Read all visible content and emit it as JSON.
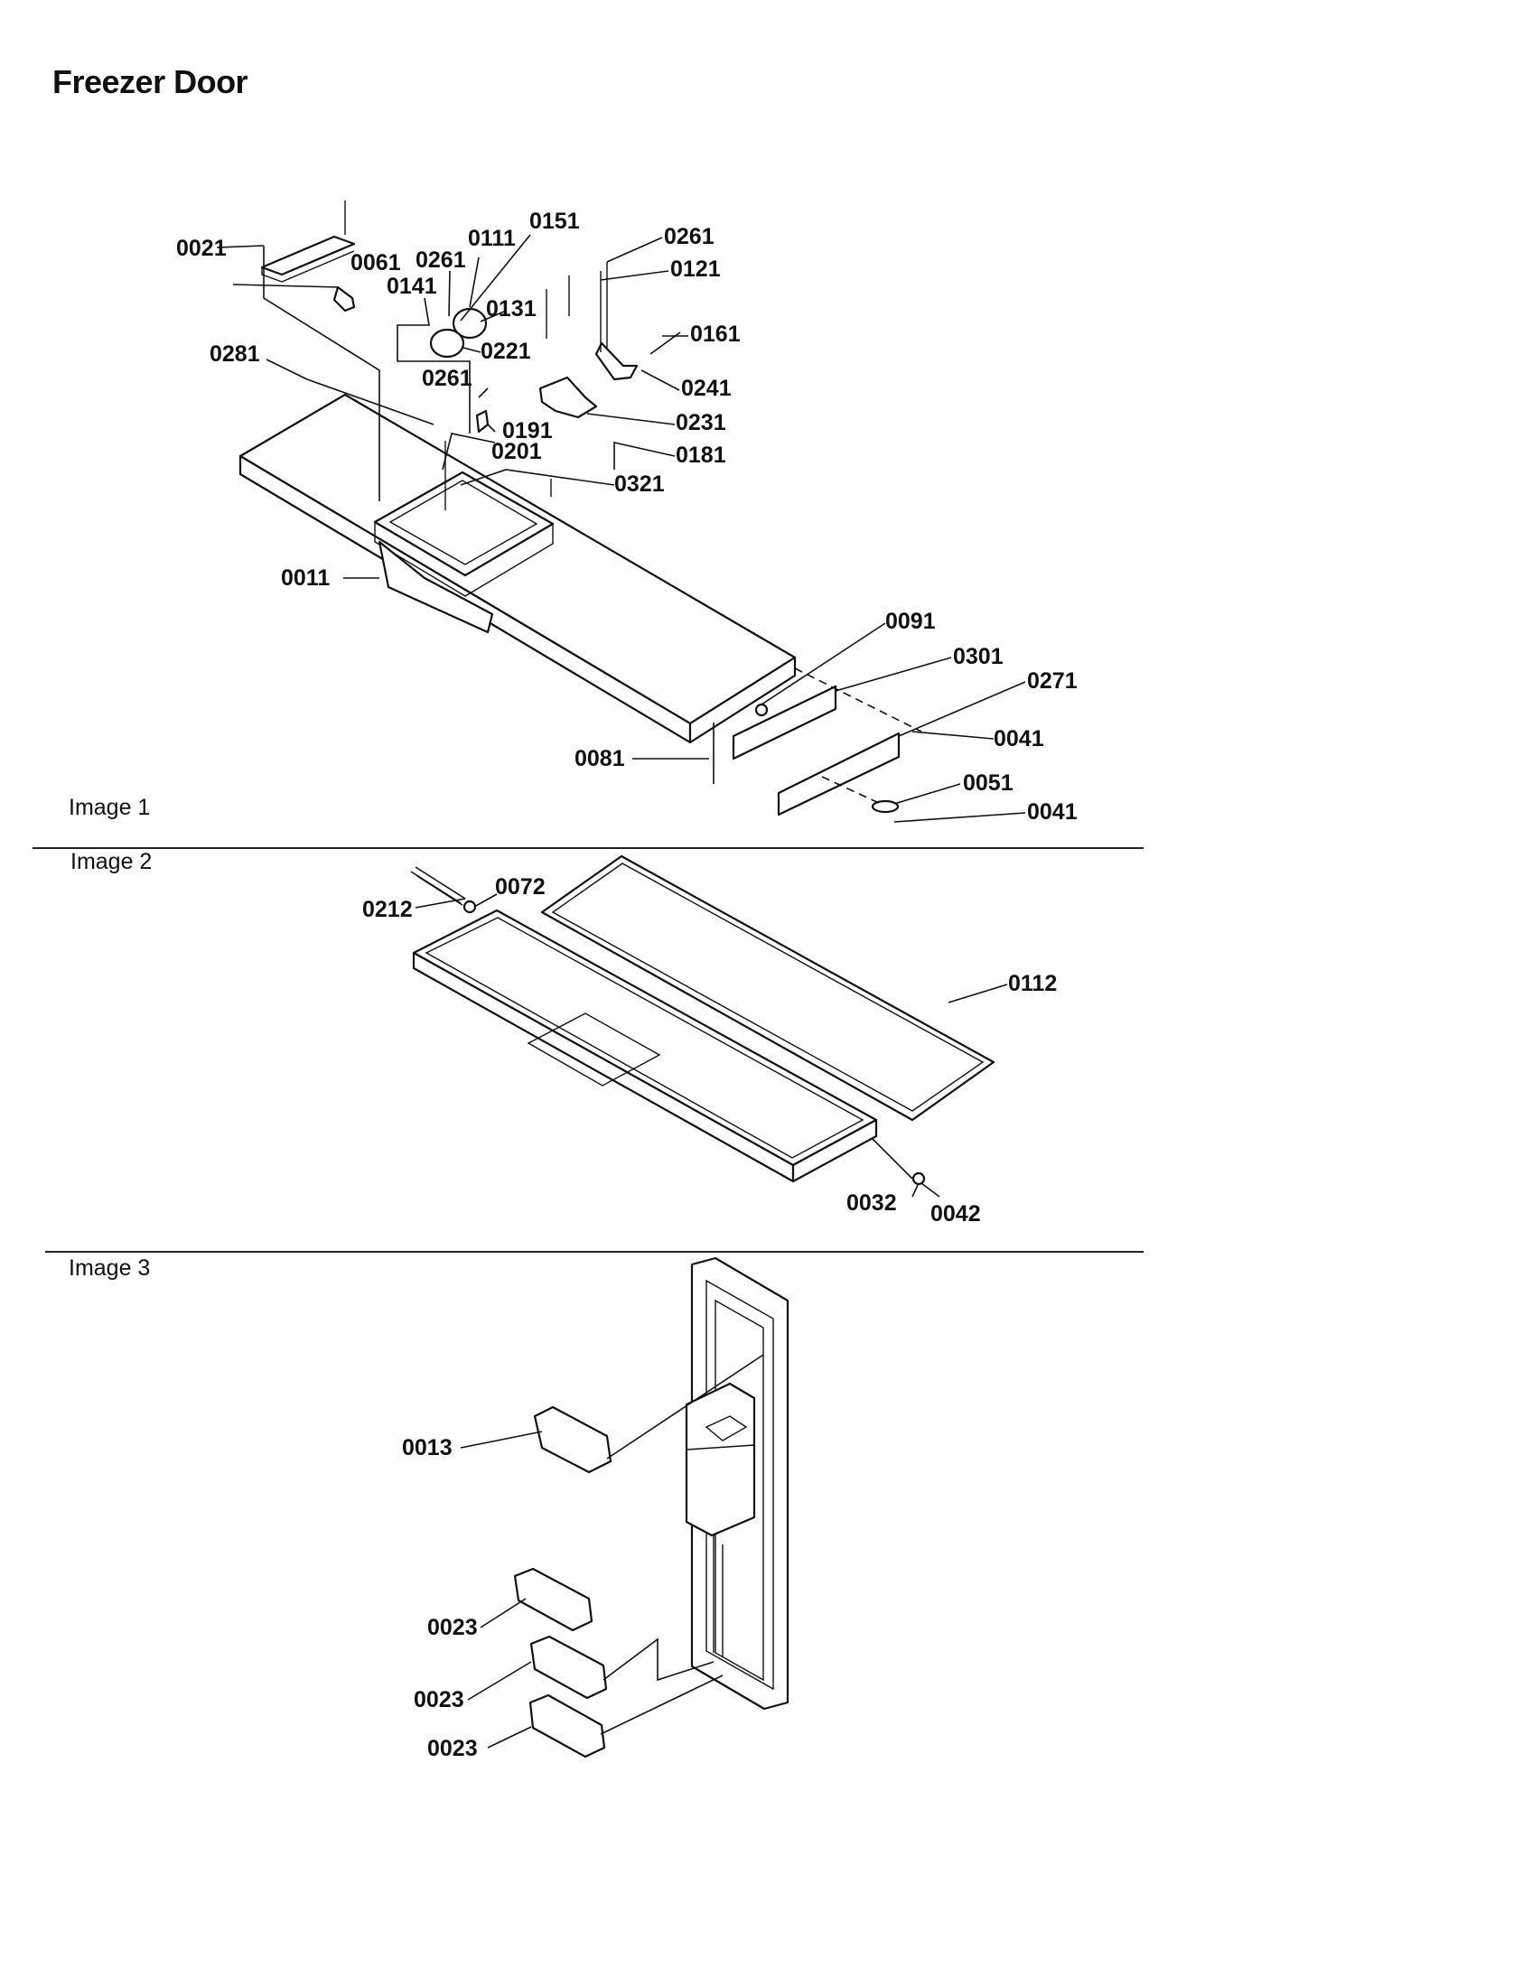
{
  "title": "Freezer Door",
  "sections": [
    "Image 1",
    "Image 2",
    "Image 3"
  ],
  "image1_labels": [
    "0021",
    "0061",
    "0261",
    "0111",
    "0151",
    "0141",
    "0131",
    "0221",
    "0281",
    "0261",
    "0191",
    "0201",
    "0261",
    "0121",
    "0161",
    "0241",
    "0231",
    "0181",
    "0321",
    "0011",
    "0091",
    "0301",
    "0271",
    "0041",
    "0081",
    "0051",
    "0041"
  ],
  "image2_labels": [
    "0212",
    "0072",
    "0112",
    "0032",
    "0042"
  ],
  "image3_labels": [
    "0013",
    "0023",
    "0023",
    "0023"
  ]
}
